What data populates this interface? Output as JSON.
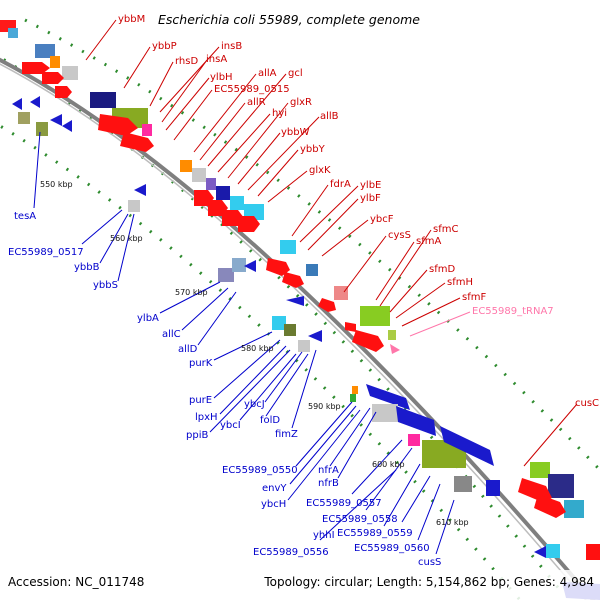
{
  "title": "Escherichia coli 55989, complete genome",
  "accession": "Accession: NC_011748",
  "topology": "Topology: circular; Length: 5,154,862 bp; Genes: 4,984",
  "colors": {
    "forward_label": "#cc0000",
    "reverse_label": "#0000cc",
    "rna_label": "#ff77aa",
    "backbone": "#888888"
  },
  "kbp_ticks": [
    "550 kbp",
    "560 kbp",
    "570 kbp",
    "580 kbp",
    "590 kbp",
    "600 kbp",
    "610 kbp"
  ],
  "forward_genes": [
    "ybbM",
    "ybbP",
    "rhsD",
    "insB",
    "insA",
    "ylbH",
    "EC55989_0515",
    "allA",
    "allR",
    "gcl",
    "hyi",
    "glxR",
    "ybbW",
    "allB",
    "ybbY",
    "glxK",
    "fdrA",
    "ylbE",
    "ylbF",
    "ybcF",
    "cysS",
    "sfmA",
    "sfmC",
    "sfmD",
    "sfmH",
    "sfmF",
    "cusC"
  ],
  "rna_genes": [
    "EC55989_tRNA7"
  ],
  "reverse_genes": [
    "tesA",
    "EC55989_0517",
    "ybbB",
    "ybbS",
    "ylbA",
    "allC",
    "allD",
    "purK",
    "purE",
    "lpxH",
    "ppiB",
    "ybcI",
    "ybcJ",
    "folD",
    "fimZ",
    "EC55989_0550",
    "envY",
    "ybcH",
    "nfrA",
    "nfrB",
    "EC55989_0557",
    "EC55989_0558",
    "yhhI",
    "EC55989_0559",
    "EC55989_0560",
    "EC55989_0556",
    "cusS"
  ]
}
